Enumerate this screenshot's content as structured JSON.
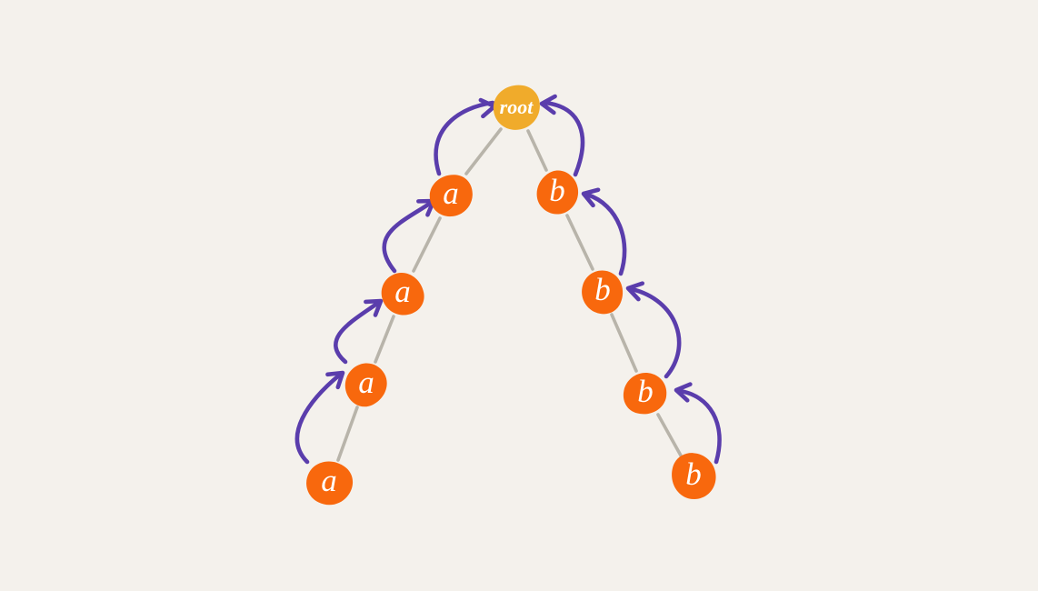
{
  "diagram": {
    "kind": "tree-with-parent-pointers",
    "nodes": {
      "root": "root",
      "left": [
        "a",
        "a",
        "a",
        "a"
      ],
      "right": [
        "b",
        "b",
        "b",
        "b"
      ]
    }
  },
  "colors": {
    "background": "#f4f1ec",
    "node": "#f8680d",
    "root": "#f0ab2b",
    "label": "#ffffff",
    "edge": "#b8b4aa",
    "arrow": "#5a3dac"
  }
}
